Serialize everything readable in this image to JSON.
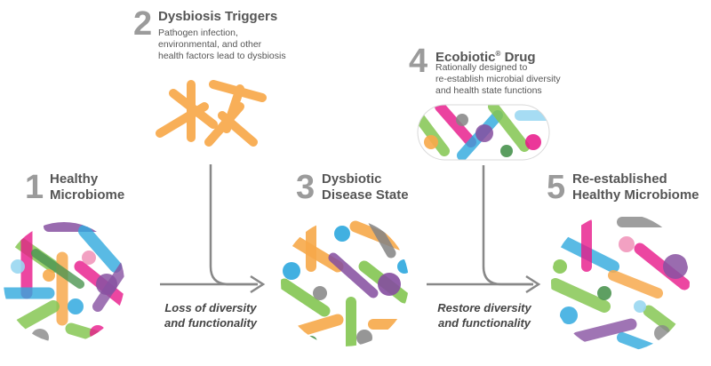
{
  "steps": [
    {
      "number": "1",
      "title_line1": "Healthy",
      "title_line2": "Microbiome"
    },
    {
      "number": "2",
      "title": "Dysbiosis Triggers",
      "desc_lines": [
        "Pathogen infection,",
        "environmental, and other",
        "health factors lead to dysbiosis"
      ]
    },
    {
      "number": "3",
      "title_line1": "Dysbiotic",
      "title_line2": "Disease State"
    },
    {
      "number": "4",
      "title": "Ecobiotic",
      "title_mark": "®",
      "title_suffix": " Drug",
      "desc_lines": [
        "Rationally designed to",
        "re-establish microbial diversity",
        "and health state functions"
      ]
    },
    {
      "number": "5",
      "title_line1": "Re-established",
      "title_line2": "Healthy Microbiome"
    }
  ],
  "arrows": [
    {
      "caption_line1": "Loss of diversity",
      "caption_line2": "and functionality"
    },
    {
      "caption_line1": "Restore diversity",
      "caption_line2": "and functionality"
    }
  ],
  "colors": {
    "green": "#7ac143",
    "blue": "#1ba1dc",
    "magenta": "#e6007e",
    "purple": "#7b3f98",
    "orange": "#f7a23b",
    "gray": "#7a7a7a",
    "lightblue": "#8fd3f0",
    "pink": "#f08cb5",
    "darkgreen": "#3a8a3f",
    "numbers": "#9b9b9b",
    "arrow": "#888888"
  }
}
